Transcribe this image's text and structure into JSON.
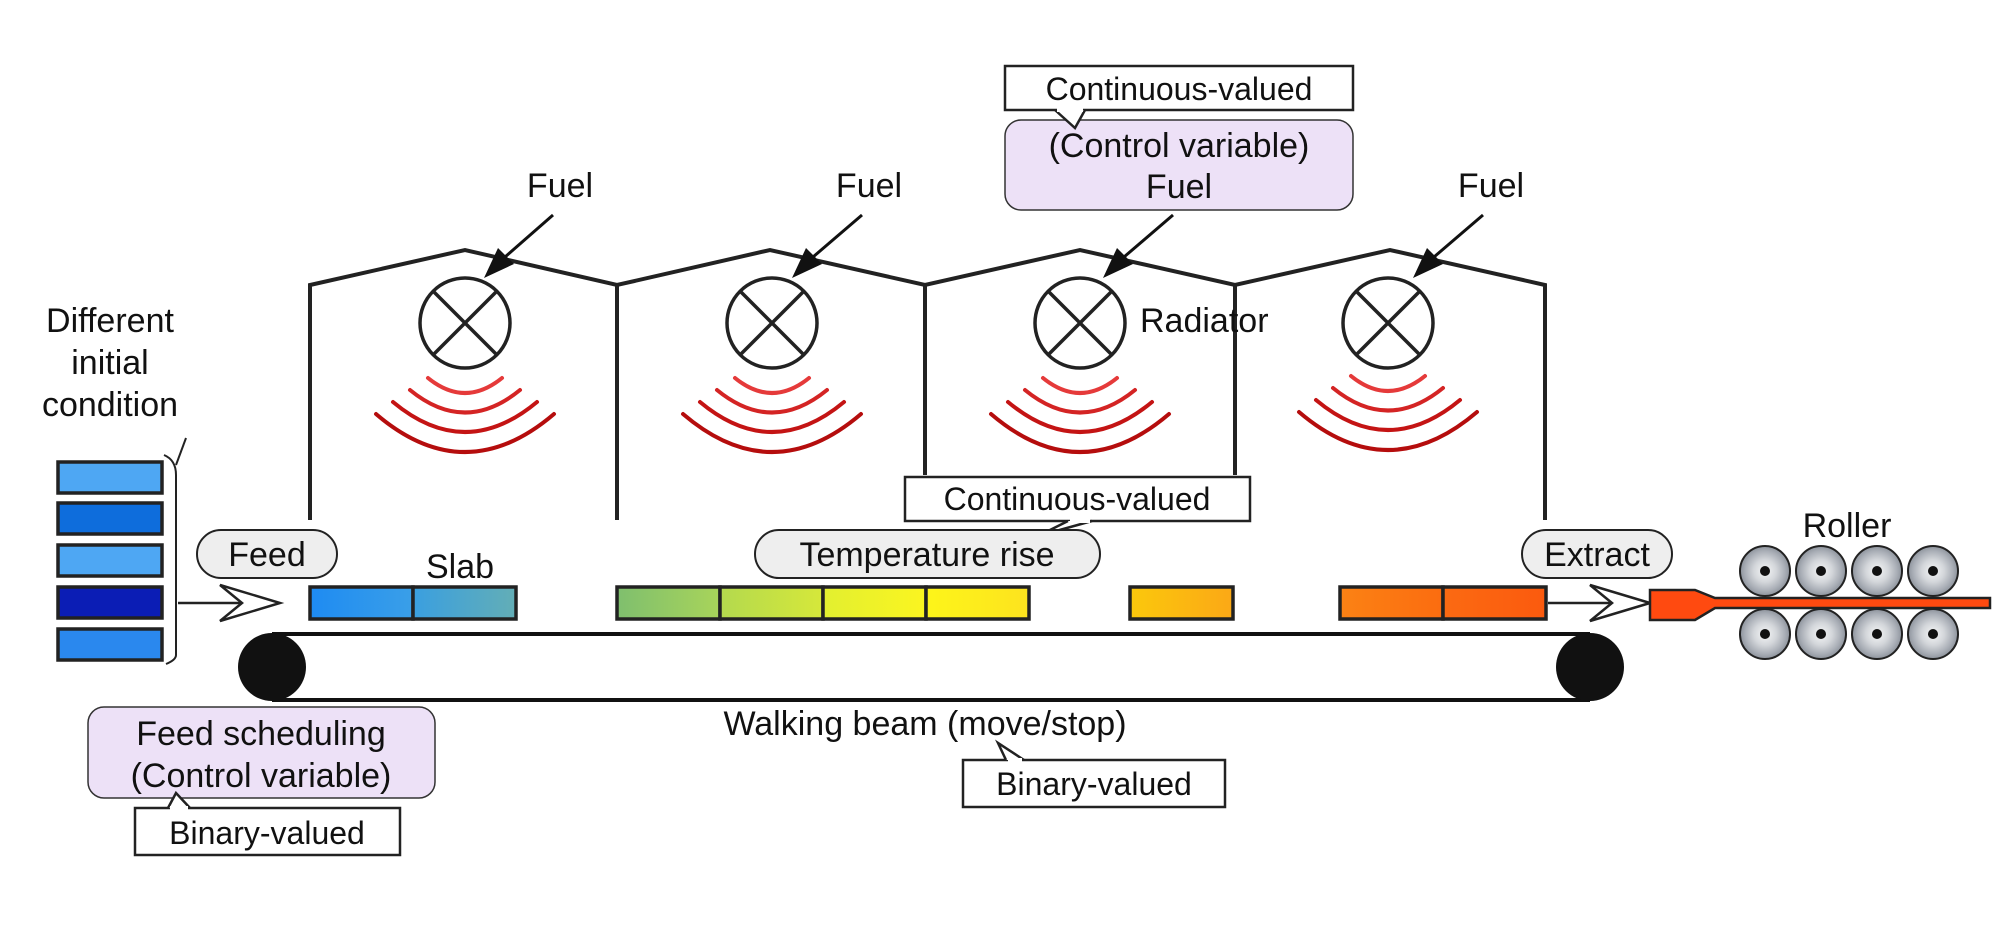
{
  "colors": {
    "purple_fill": "#ede1f7",
    "pill_fill": "#eeeeee",
    "wave_colors": [
      "#e53a3a",
      "#d42424",
      "#c41414",
      "#b50d0d"
    ],
    "initial_slab_colors": [
      "#4ea7f3",
      "#0e6ddc",
      "#4ea7f3",
      "#0b1db5",
      "#2a88ee"
    ],
    "billet_color": "#ff4a10",
    "roller_color": "#b7bcc3"
  },
  "labels": {
    "different_initial": [
      "Different",
      "initial",
      "condition"
    ],
    "feed": "Feed",
    "slab": "Slab",
    "temperature_rise": "Temperature rise",
    "extract": "Extract",
    "roller": "Roller",
    "walking_beam": "Walking beam (move/stop)",
    "radiator": "Radiator",
    "fuel": "Fuel"
  },
  "feed_scheduling": {
    "line1": "Feed scheduling",
    "line2": "(Control variable)",
    "callout": "Binary-valued"
  },
  "walking_beam_callout": "Binary-valued",
  "fuel_control": {
    "line1": "(Control variable)",
    "line2": "Fuel",
    "callout": "Continuous-valued"
  },
  "temperature_callout": "Continuous-valued",
  "zones": [
    {
      "fuel_label": "Fuel"
    },
    {
      "fuel_label": "Fuel"
    },
    {
      "fuel_label": ""
    },
    {
      "fuel_label": "Fuel"
    }
  ]
}
